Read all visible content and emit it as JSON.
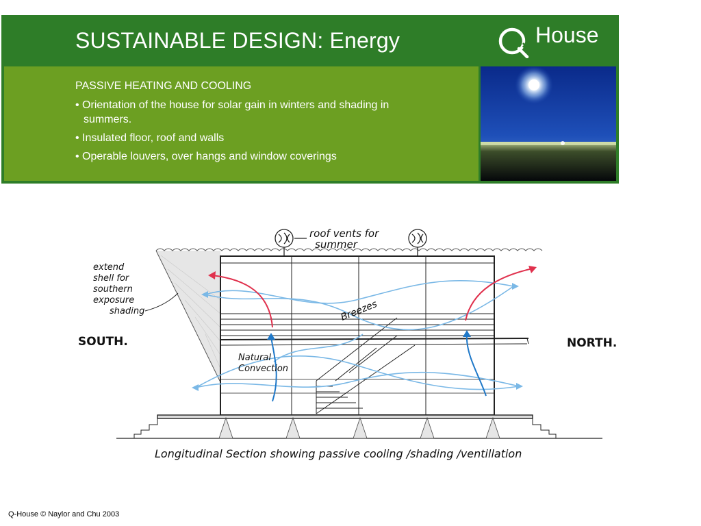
{
  "header": {
    "title": "SUSTAINABLE DESIGN: Energy",
    "logo_text": "House"
  },
  "content": {
    "heading": "PASSIVE HEATING AND COOLING",
    "bullets": [
      "• Orientation of the house for solar gain in winters and shading in summers.",
      "• Insulated floor, roof and walls",
      "• Operable louvers, over hangs and window coverings"
    ]
  },
  "sketch": {
    "label_roof_vents": "roof vents for",
    "label_roof_vents_2": "summer",
    "label_extend_1": "extend",
    "label_extend_2": "shell for",
    "label_extend_3": "southern",
    "label_extend_4": "exposure",
    "label_extend_5": "shading",
    "label_south": "SOUTH.",
    "label_north": "NORTH.",
    "label_breezes": "Breezes",
    "label_natural": "Natural",
    "label_convection": "Convection",
    "caption": "Longitudinal Section showing passive cooling /shading /ventillation",
    "colors": {
      "warm_air": "#e0314d",
      "cool_air": "#1f78c8",
      "breeze": "#7ab8e6",
      "ink": "#222222"
    }
  },
  "footer": {
    "text": "Q-House © Naylor and Chu 2003"
  }
}
